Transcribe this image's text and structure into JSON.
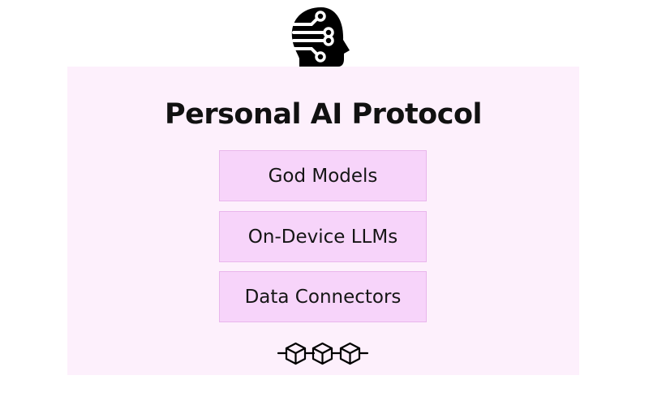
{
  "diagram": {
    "logo_icon": "ai-head-circuit-icon",
    "title": "Personal AI Protocol",
    "layers": [
      {
        "label": "God Models"
      },
      {
        "label": "On-Device LLMs"
      },
      {
        "label": "Data Connectors"
      }
    ],
    "chain_icon": "blockchain-cubes-icon",
    "colors": {
      "panel_background": "#fdf0fc",
      "layer_fill": "#f7d4fa",
      "layer_border": "#e9b6ec",
      "text": "#111111",
      "icon": "#000000"
    }
  }
}
